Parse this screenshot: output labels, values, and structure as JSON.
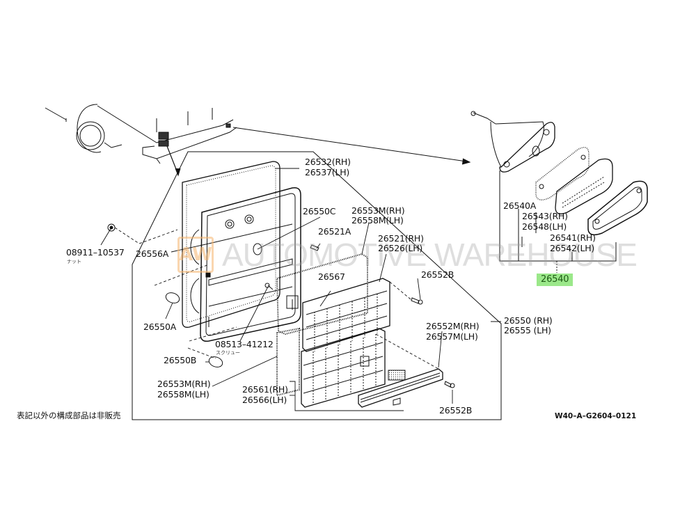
{
  "diagram": {
    "title_note": "表記以外の構成部品は非販売",
    "figure_code": "W40–A–G2604–0121",
    "watermark": {
      "logo": "AW",
      "text": "AUTOMOTIVE WAREHOUSE"
    },
    "highlight_color": "#9be88a",
    "parts": {
      "p26532": "26532(RH)",
      "p26537": "26537(LH)",
      "p26550C": "26550C",
      "p26553M_top": "26553M(RH)",
      "p26558M_top": "26558M(LH)",
      "p26521A": "26521A",
      "p26521": "26521(RH)",
      "p26526": "26526(LH)",
      "p26567": "26567",
      "p26552B_top": "26552B",
      "p26550": "26550 (RH)",
      "p26555": "26555 (LH)",
      "p26552M": "26552M(RH)",
      "p26557M": "26557M(LH)",
      "p26552B_bot": "26552B",
      "p26561": "26561(RH)",
      "p26566": "26566(LH)",
      "p26553M_bot": "26553M(RH)",
      "p26558M_bot": "26558M(LH)",
      "p26550B": "26550B",
      "p08513": "08513–41212",
      "p08513_sub": "スクリュー",
      "p26550A": "26550A",
      "p26556A": "26556A",
      "p08911": "08911–10537",
      "p08911_sub": "ナット",
      "p26540A": "26540A",
      "p26543": "26543(RH)",
      "p26548": "26548(LH)",
      "p26541": "26541(RH)",
      "p26542": "26542(LH)",
      "p26540": "26540"
    }
  }
}
